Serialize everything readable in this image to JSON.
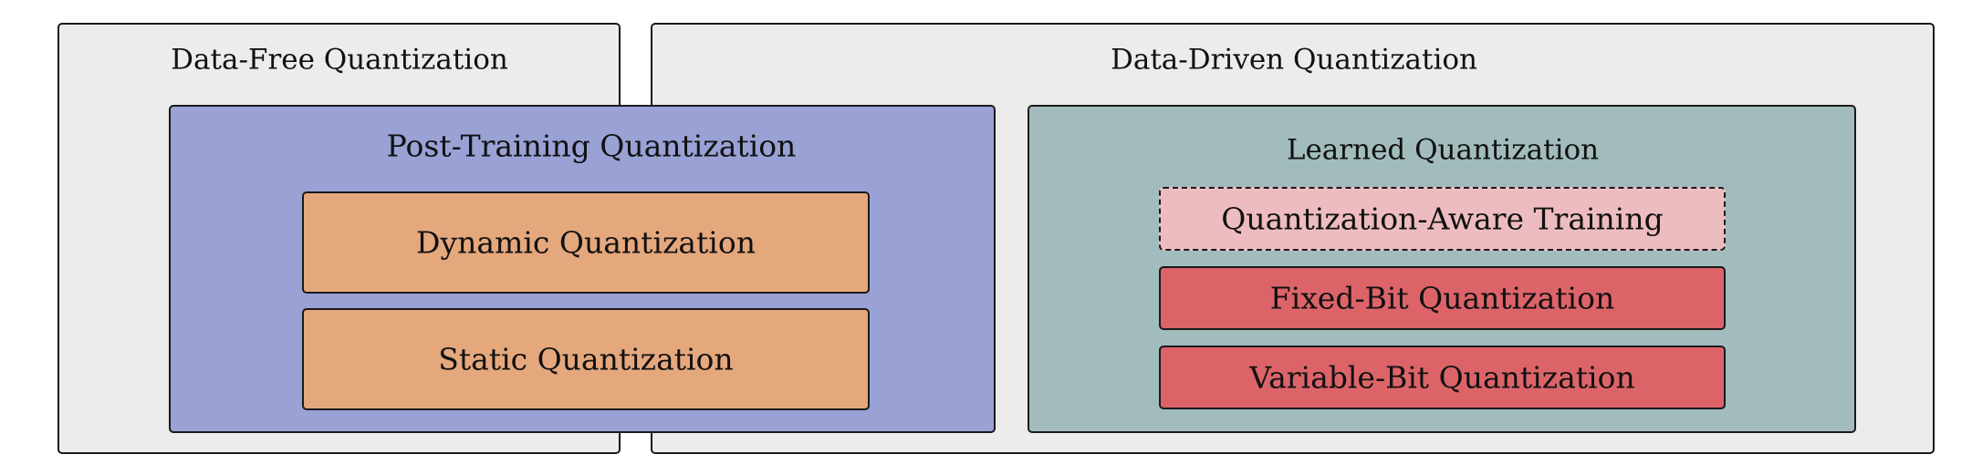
{
  "data_free": {
    "title": "Data-Free Quantization"
  },
  "data_driven": {
    "title": "Data-Driven Quantization"
  },
  "post_training": {
    "title": "Post-Training Quantization",
    "items": [
      "Dynamic Quantization",
      "Static Quantization"
    ]
  },
  "learned": {
    "title": "Learned Quantization",
    "items": [
      "Quantization-Aware Training",
      "Fixed-Bit Quantization",
      "Variable-Bit Quantization"
    ]
  },
  "colors": {
    "outer_bg": "#ececec",
    "post_training_bg": "#99a1d5",
    "learned_bg": "#a2bcbd",
    "orange_box": "#e5a87d",
    "pink_box": "#edbcc1",
    "red_box": "#dc6469"
  }
}
